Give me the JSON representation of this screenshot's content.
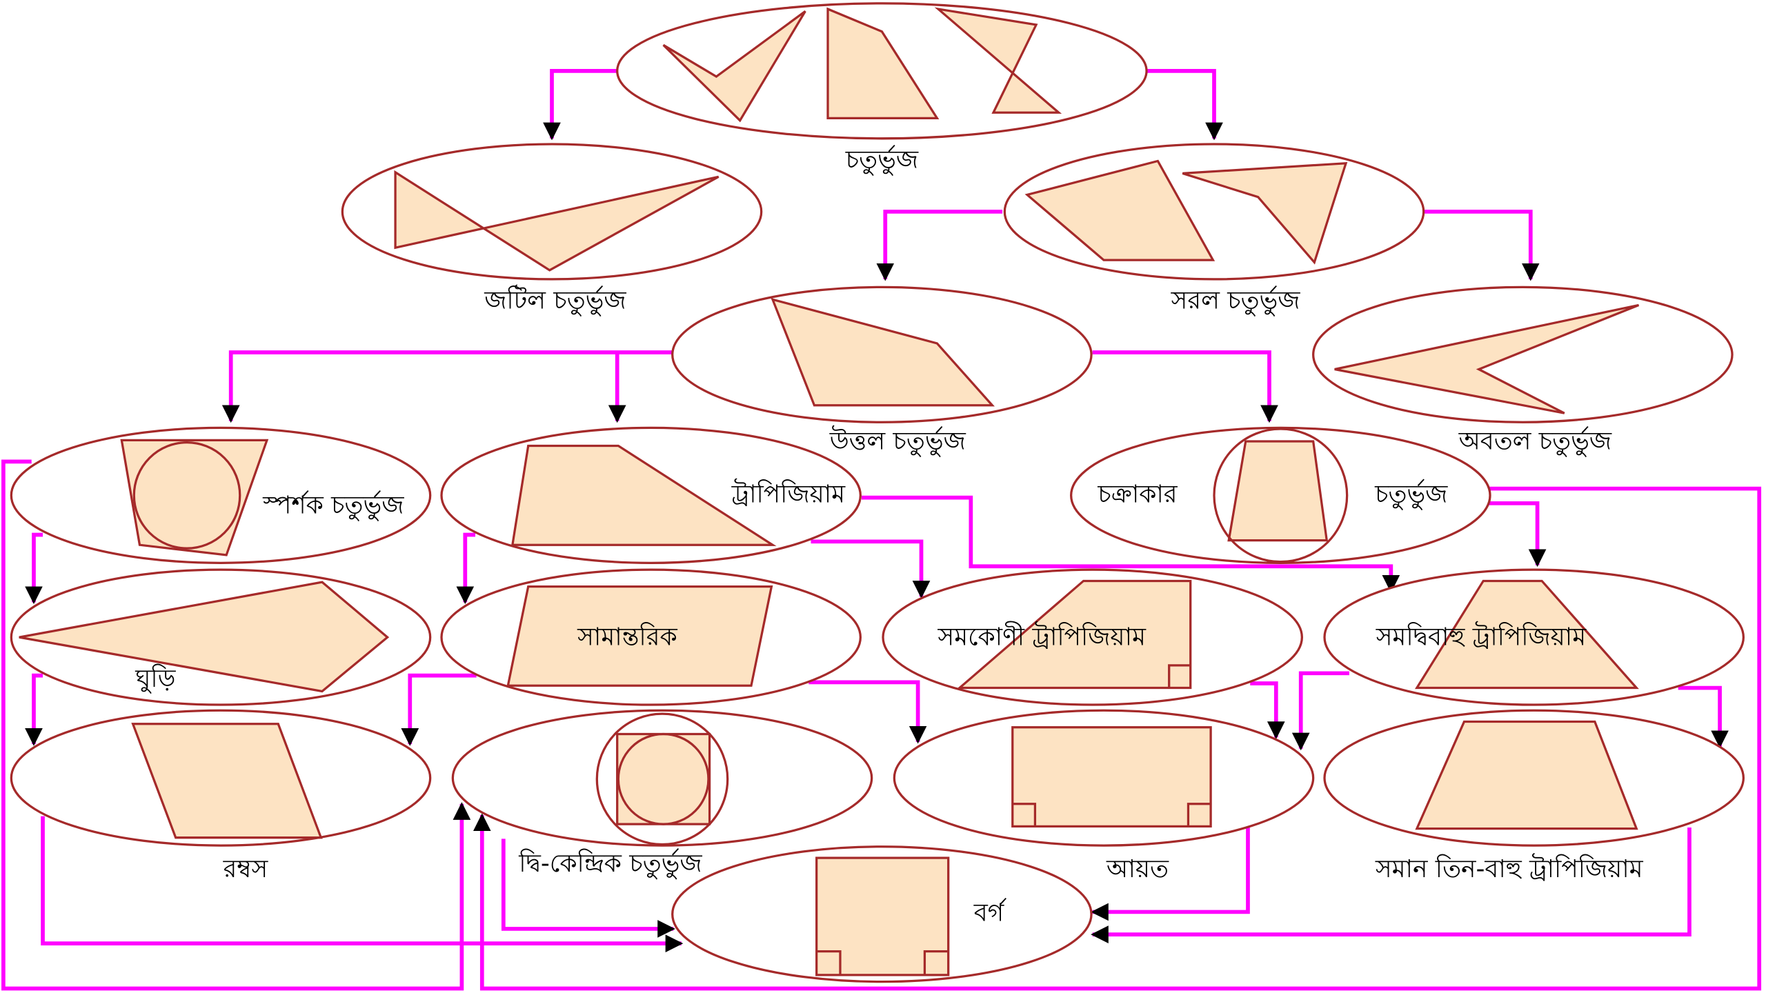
{
  "title": "চতুর্ভুজের শ্রেণিবিভাগ",
  "colors": {
    "shape_fill": "#fde3c3",
    "outline": "#a52a2a",
    "connector": "#ff00ff",
    "arrowhead": "#000000"
  },
  "nodes": {
    "quadrilateral": "চতুর্ভুজ",
    "complex": "জটিল চতুর্ভুজ",
    "simple": "সরল চতুর্ভুজ",
    "convex": "উত্তল চতুর্ভুজ",
    "concave": "অবতল চতুর্ভুজ",
    "tangential": "স্পর্শক চতুর্ভুজ",
    "trapezoid": "ট্রাপিজিয়াম",
    "cyclic_left": "চক্রাকার",
    "cyclic_right": "চতুর্ভুজ",
    "kite": "ঘুড়ি",
    "parallelogram": "সামান্তরিক",
    "right_trapezoid": "সমকোণী ট্রাপিজিয়াম",
    "isosceles_trapezoid": "সমদ্বিবাহু ট্রাপিজিয়াম",
    "rhombus": "রম্বস",
    "bicentric": "দ্বি-কেন্দ্রিক চতুর্ভুজ",
    "rectangle": "আয়ত",
    "tri_equilateral_trapezoid": "সমান তিন-বাহু ট্রাপিজিয়াম",
    "square": "বর্গ"
  }
}
